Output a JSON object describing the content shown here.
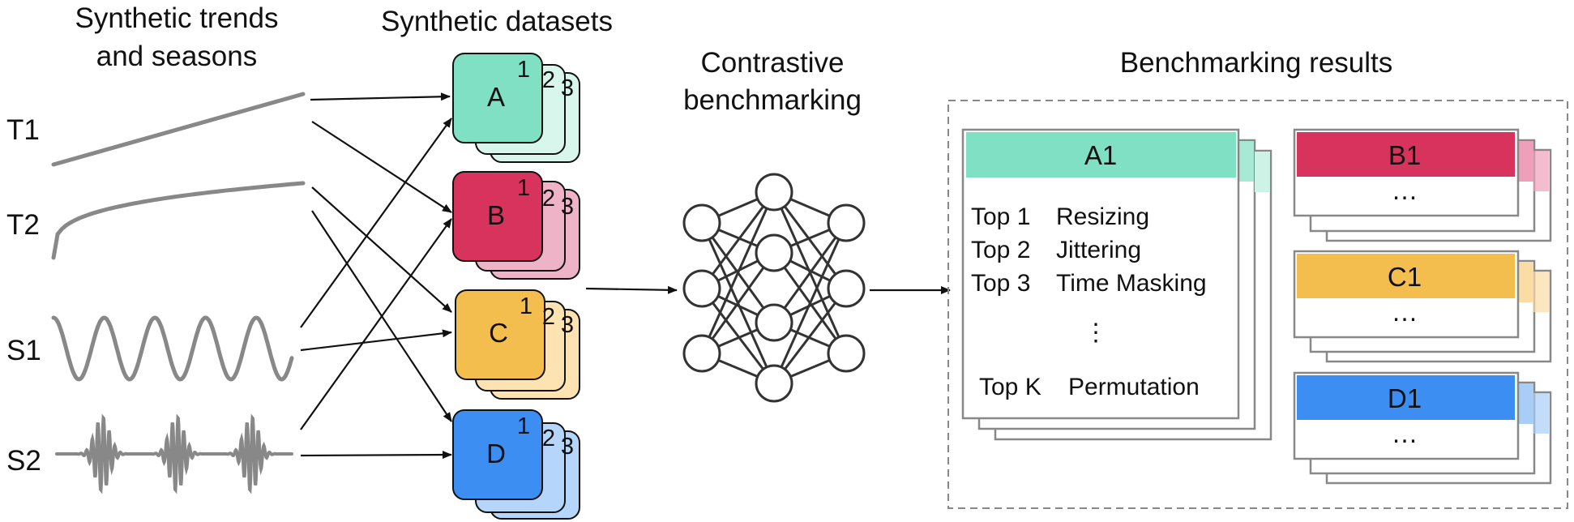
{
  "headers": {
    "synthetic_trends_line1": "Synthetic trends",
    "synthetic_trends_line2": "and seasons",
    "synthetic_datasets": "Synthetic datasets",
    "contrastive_line1": "Contrastive",
    "contrastive_line2": "benchmarking",
    "results": "Benchmarking results"
  },
  "signals": [
    {
      "label": "T1",
      "kind": "linear-trend"
    },
    {
      "label": "T2",
      "kind": "log-trend"
    },
    {
      "label": "S1",
      "kind": "sine-season"
    },
    {
      "label": "S2",
      "kind": "burst-season"
    }
  ],
  "datasets": [
    {
      "letter": "A",
      "indices": [
        "1",
        "2",
        "3"
      ],
      "color": "#7FE0C4",
      "light": "#D8F6EC"
    },
    {
      "letter": "B",
      "indices": [
        "1",
        "2",
        "3"
      ],
      "color": "#D8335D",
      "light": "#EEB3C6"
    },
    {
      "letter": "C",
      "indices": [
        "1",
        "2",
        "3"
      ],
      "color": "#F4BE4F",
      "light": "#FCE3B1"
    },
    {
      "letter": "D",
      "indices": [
        "1",
        "2",
        "3"
      ],
      "color": "#3C8EF3",
      "light": "#B5D6FA"
    }
  ],
  "results": {
    "main_card": {
      "title": "A1",
      "color": "#7FE0C4",
      "rows": [
        {
          "rank": "Top 1",
          "method": "Resizing"
        },
        {
          "rank": "Top 2",
          "method": "Jittering"
        },
        {
          "rank": "Top 3",
          "method": "Time Masking"
        }
      ],
      "vdots": "⋮",
      "last_row": {
        "rank": "Top K",
        "method": "Permutation"
      }
    },
    "side_cards": [
      {
        "title": "B1",
        "color": "#D8335D",
        "light": "#EEA0BA",
        "ellipsis": "…"
      },
      {
        "title": "C1",
        "color": "#F4BE4F",
        "light": "#FADCA4",
        "ellipsis": "…"
      },
      {
        "title": "D1",
        "color": "#3C8EF3",
        "light": "#A8CDF7",
        "ellipsis": "…"
      }
    ]
  },
  "colors": {
    "signal_line": "#888888",
    "card_border": "#888888",
    "arrow": "#111111",
    "dashed_box": "#888888"
  }
}
